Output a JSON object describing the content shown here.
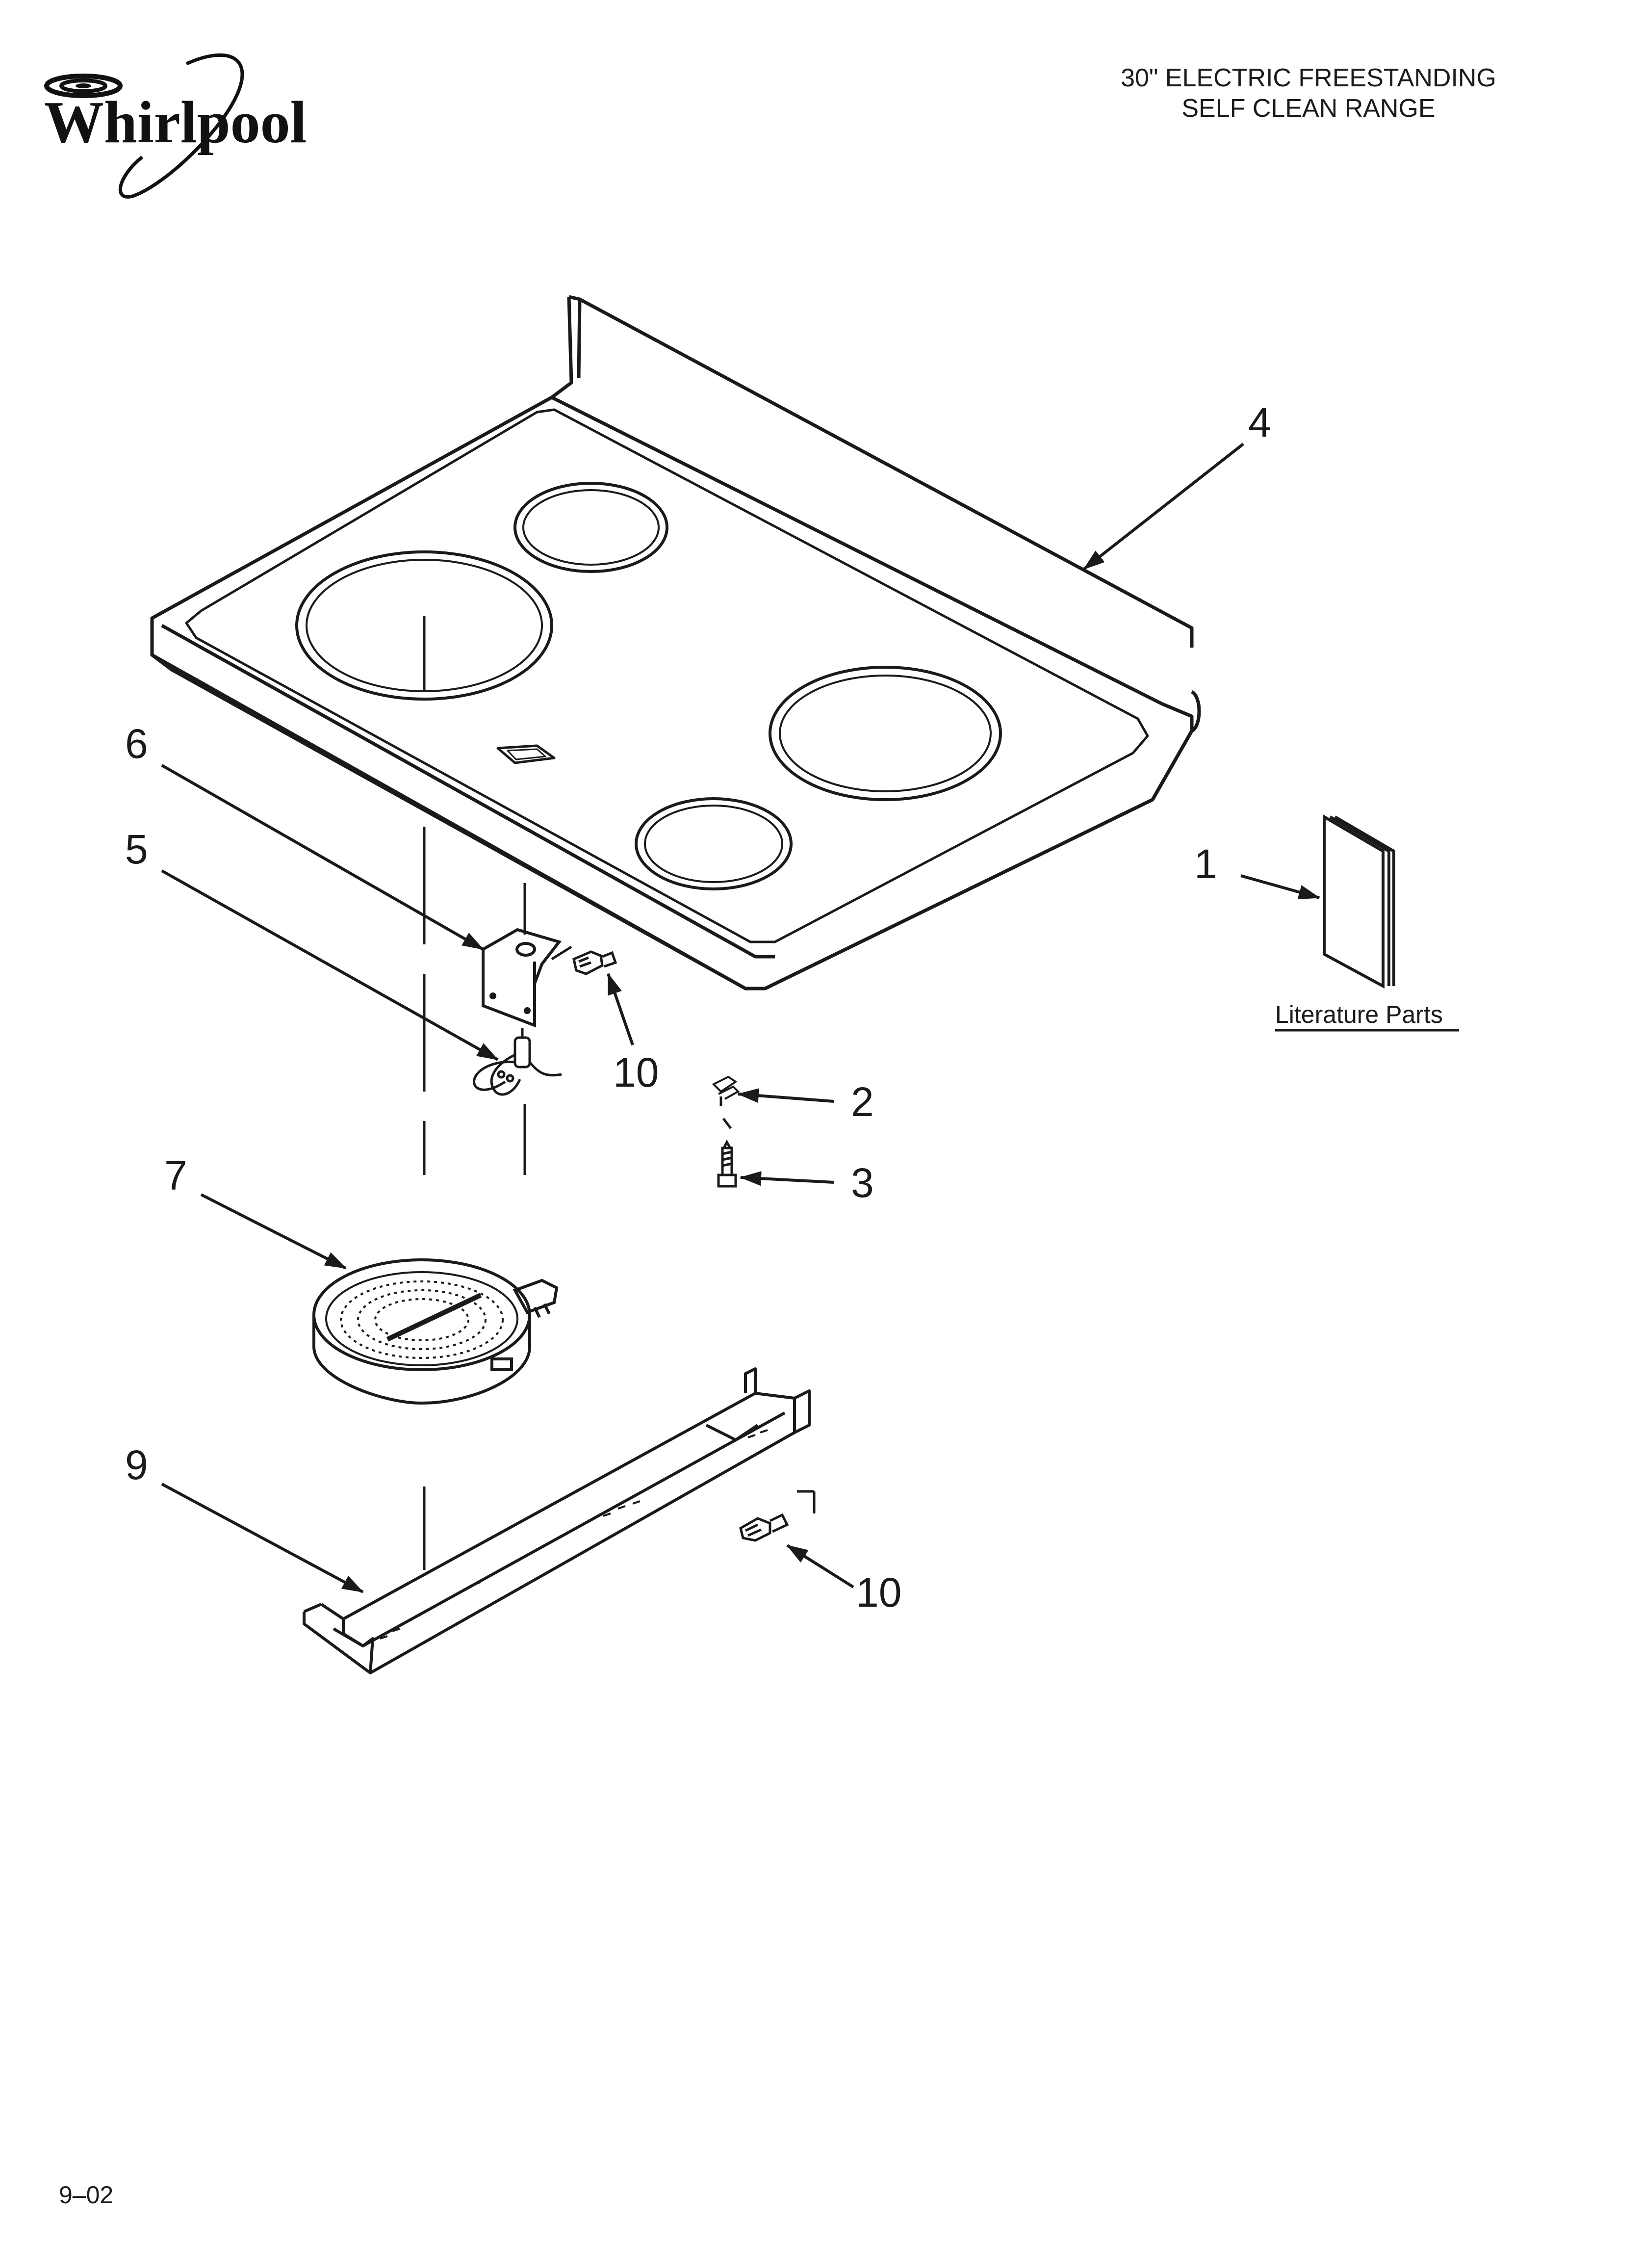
{
  "header": {
    "brand": "Whirlpool",
    "title_line1": "30\" ELECTRIC FREESTANDING",
    "title_line2": "SELF CLEAN RANGE"
  },
  "callouts": {
    "part_1": "1",
    "part_2": "2",
    "part_3": "3",
    "part_4": "4",
    "part_5": "5",
    "part_6": "6",
    "part_7": "7",
    "part_9": "9",
    "part_10a": "10",
    "part_10b": "10"
  },
  "literature_label": "Literature Parts",
  "footer": {
    "code": "9–02"
  },
  "colors": {
    "ink": "#1a1a1a",
    "background": "#ffffff"
  }
}
